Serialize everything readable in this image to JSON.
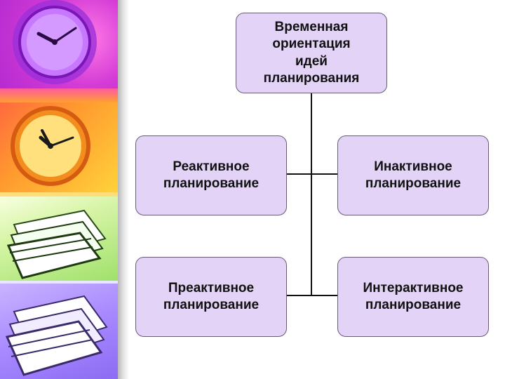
{
  "diagram": {
    "root": "Временная\nориентация\nидей\nпланирования",
    "children": [
      "Реактивное\nпланирование",
      "Инактивное\nпланирование",
      "Преактивное\nпланирование",
      "Интерактивное\nпланирование"
    ]
  },
  "colors": {
    "box_fill": "#e3d4f7",
    "box_border": "#6a5a7a",
    "connector": "#111111"
  }
}
